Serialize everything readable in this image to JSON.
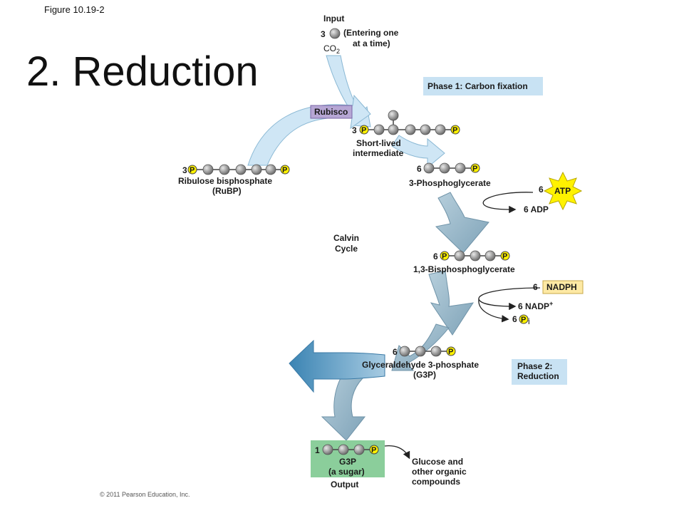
{
  "figure_label": "Figure 10.19-2",
  "title": "2. Reduction",
  "input": {
    "heading": "Input",
    "count": "3",
    "note_line1": "(Entering one",
    "note_line2": "at a time)",
    "co2": "CO",
    "co2_sub": "2"
  },
  "phase1": "Phase 1: Carbon fixation",
  "phase2_line1": "Phase 2:",
  "phase2_line2": "Reduction",
  "rubisco": "Rubisco",
  "intermediate": {
    "count": "3",
    "line1": "Short-lived",
    "line2": "intermediate"
  },
  "rubp": {
    "count": "3",
    "line1": "Ribulose bisphosphate",
    "line2": "(RuBP)"
  },
  "pga": {
    "count": "6",
    "label": "3-Phosphoglycerate"
  },
  "atp": {
    "count": "6",
    "label": "ATP"
  },
  "adp": "6 ADP",
  "calvin_line1": "Calvin",
  "calvin_line2": "Cycle",
  "bpg": {
    "count": "6",
    "label": "1,3-Bisphosphoglycerate"
  },
  "nadph": {
    "count": "6",
    "label": "NADPH"
  },
  "nadp": "6 NADP",
  "nadp_sup": "+",
  "pi": {
    "count": "6",
    "letter": "P",
    "sub": "i"
  },
  "g3p": {
    "count": "6",
    "line1": "Glyceraldehyde 3-phosphate",
    "line2": "(G3P)"
  },
  "output": {
    "count": "1",
    "line1": "G3P",
    "line2": "(a sugar)",
    "line3": "Output"
  },
  "glucose": {
    "line1": "Glucose and",
    "line2": "other organic",
    "line3": "compounds"
  },
  "phosphate_letter": "P",
  "copyright": "© 2011 Pearson Education, Inc.",
  "colors": {
    "light_arrow": "#cfe6f5",
    "dark_arrow": "#94b6c8",
    "output_box": "#8bce9b",
    "phase_box": "#c8e2f3",
    "nadph_box": "#fde9a4",
    "atp_star": "#fff200",
    "rubisco_box": "#b6a6d4",
    "carbon": "#9a9a9a"
  }
}
